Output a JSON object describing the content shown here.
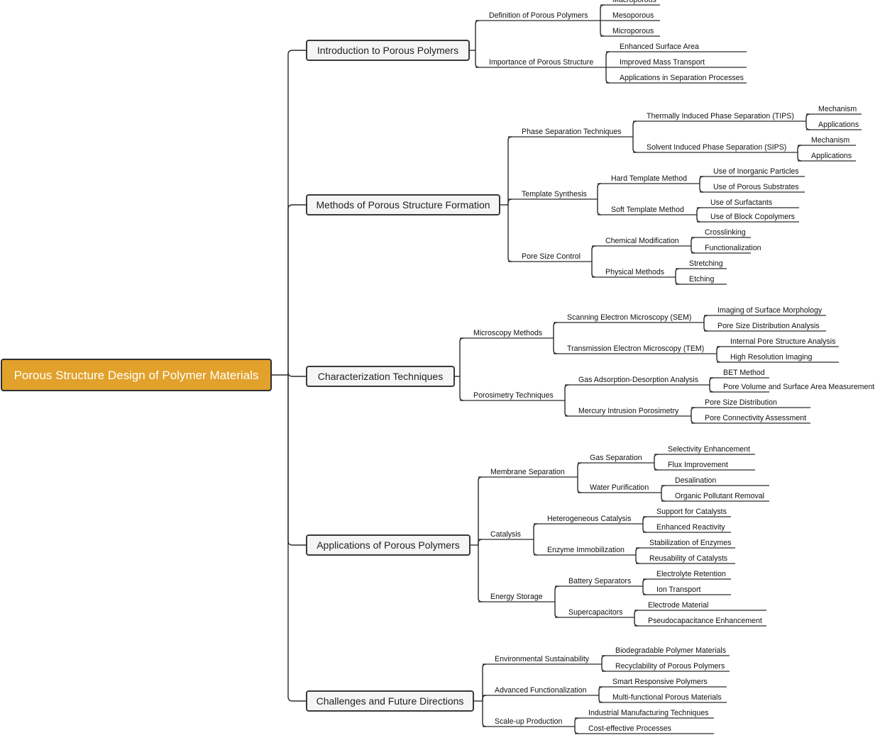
{
  "root": "Porous Structure Design of Polymer Materials",
  "branches": [
    {
      "label": "Introduction to Porous Polymers",
      "children": [
        {
          "label": "Definition of Porous Polymers",
          "children": [
            {
              "label": "Macroporous"
            },
            {
              "label": "Mesoporous"
            },
            {
              "label": "Microporous"
            }
          ]
        },
        {
          "label": "Importance of Porous Structure",
          "children": [
            {
              "label": "Enhanced Surface Area"
            },
            {
              "label": "Improved Mass Transport"
            },
            {
              "label": "Applications in Separation Processes"
            }
          ]
        }
      ]
    },
    {
      "label": "Methods of Porous Structure Formation",
      "children": [
        {
          "label": "Phase Separation Techniques",
          "children": [
            {
              "label": "Thermally Induced Phase Separation (TIPS)",
              "children": [
                {
                  "label": "Mechanism"
                },
                {
                  "label": "Applications"
                }
              ]
            },
            {
              "label": "Solvent Induced Phase Separation (SIPS)",
              "children": [
                {
                  "label": "Mechanism"
                },
                {
                  "label": "Applications"
                }
              ]
            }
          ]
        },
        {
          "label": "Template Synthesis",
          "children": [
            {
              "label": "Hard Template Method",
              "children": [
                {
                  "label": "Use of Inorganic Particles"
                },
                {
                  "label": "Use of Porous Substrates"
                }
              ]
            },
            {
              "label": "Soft Template Method",
              "children": [
                {
                  "label": "Use of Surfactants"
                },
                {
                  "label": "Use of Block Copolymers"
                }
              ]
            }
          ]
        },
        {
          "label": "Pore Size Control",
          "children": [
            {
              "label": "Chemical Modification",
              "children": [
                {
                  "label": "Crosslinking"
                },
                {
                  "label": "Functionalization"
                }
              ]
            },
            {
              "label": "Physical Methods",
              "children": [
                {
                  "label": "Stretching"
                },
                {
                  "label": "Etching"
                }
              ]
            }
          ]
        }
      ]
    },
    {
      "label": "Characterization Techniques",
      "children": [
        {
          "label": "Microscopy Methods",
          "children": [
            {
              "label": "Scanning Electron Microscopy (SEM)",
              "children": [
                {
                  "label": "Imaging of Surface Morphology"
                },
                {
                  "label": "Pore Size Distribution Analysis"
                }
              ]
            },
            {
              "label": "Transmission Electron Microscopy (TEM)",
              "children": [
                {
                  "label": "Internal Pore Structure Analysis"
                },
                {
                  "label": "High Resolution Imaging"
                }
              ]
            }
          ]
        },
        {
          "label": "Porosimetry Techniques",
          "children": [
            {
              "label": "Gas Adsorption-Desorption Analysis",
              "children": [
                {
                  "label": "BET Method"
                },
                {
                  "label": "Pore Volume and Surface Area Measurement"
                }
              ]
            },
            {
              "label": "Mercury Intrusion Porosimetry",
              "children": [
                {
                  "label": "Pore Size Distribution"
                },
                {
                  "label": "Pore Connectivity Assessment"
                }
              ]
            }
          ]
        }
      ]
    },
    {
      "label": "Applications of Porous Polymers",
      "children": [
        {
          "label": "Membrane Separation",
          "children": [
            {
              "label": "Gas Separation",
              "children": [
                {
                  "label": "Selectivity Enhancement"
                },
                {
                  "label": "Flux Improvement"
                }
              ]
            },
            {
              "label": "Water Purification",
              "children": [
                {
                  "label": "Desalination"
                },
                {
                  "label": "Organic Pollutant Removal"
                }
              ]
            }
          ]
        },
        {
          "label": "Catalysis",
          "children": [
            {
              "label": "Heterogeneous Catalysis",
              "children": [
                {
                  "label": "Support for Catalysts"
                },
                {
                  "label": "Enhanced Reactivity"
                }
              ]
            },
            {
              "label": "Enzyme Immobilization",
              "children": [
                {
                  "label": "Stabilization of Enzymes"
                },
                {
                  "label": "Reusability of Catalysts"
                }
              ]
            }
          ]
        },
        {
          "label": "Energy Storage",
          "children": [
            {
              "label": "Battery Separators",
              "children": [
                {
                  "label": "Electrolyte Retention"
                },
                {
                  "label": "Ion Transport"
                }
              ]
            },
            {
              "label": "Supercapacitors",
              "children": [
                {
                  "label": "Electrode Material"
                },
                {
                  "label": "Pseudocapacitance Enhancement"
                }
              ]
            }
          ]
        }
      ]
    },
    {
      "label": "Challenges and Future Directions",
      "children": [
        {
          "label": "Environmental Sustainability",
          "children": [
            {
              "label": "Biodegradable Polymer Materials"
            },
            {
              "label": "Recyclability of Porous Polymers"
            }
          ]
        },
        {
          "label": "Advanced Functionalization",
          "children": [
            {
              "label": "Smart Responsive Polymers"
            },
            {
              "label": "Multi-functional Porous Materials"
            }
          ]
        },
        {
          "label": "Scale-up Production",
          "children": [
            {
              "label": "Industrial Manufacturing Techniques"
            },
            {
              "label": "Cost-effective Processes"
            }
          ]
        }
      ]
    }
  ]
}
